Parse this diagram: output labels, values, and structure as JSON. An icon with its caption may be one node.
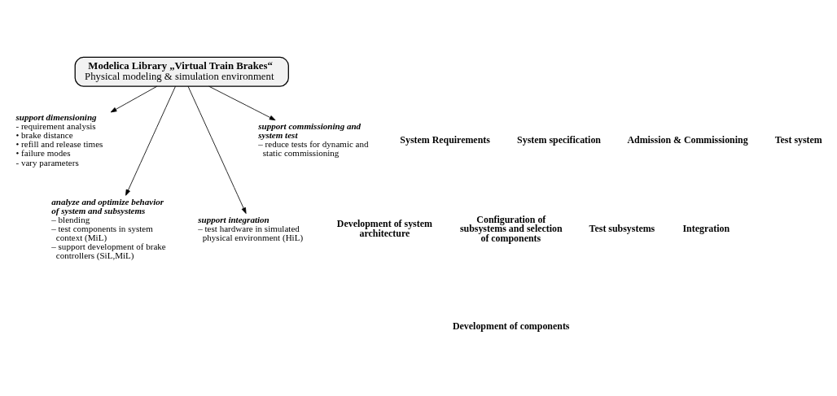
{
  "diagram": {
    "nodes": [
      {
        "text": [
          "Modelica Library „Virtual Train Brakes“",
          "Physical modeling & simulation environment"
        ]
      },
      {
        "text": [
          "support dimensioning",
          "- requirement analysis",
          "• brake distance",
          "• refill and release times",
          "• failure modes",
          "- vary parameters"
        ]
      },
      {
        "text": [
          "analyze and optimize behavior of system and subsystems",
          "– blending",
          "– test components in system context (MiL)",
          "– support development of brake controllers (SiL,MiL)"
        ]
      },
      {
        "text": [
          "support integration",
          "– test hardware in simulated physical environment (HiL)"
        ]
      },
      {
        "text": [
          "support commissioning and system test",
          "– reduce tests for dynamic and static commissioning"
        ]
      }
    ],
    "edges": [
      {
        "from": 0,
        "to": 1,
        "arrow": "to"
      },
      {
        "from": 0,
        "to": 2,
        "arrow": "to"
      },
      {
        "from": 0,
        "to": 3,
        "arrow": "to"
      },
      {
        "from": 0,
        "to": 4,
        "arrow": "to"
      }
    ],
    "labels": [
      "System Requirements",
      "System specification",
      "Development of system architecture",
      "Configuration of subsystems and selection of components",
      "Admission & Commissioning",
      "Test system",
      "Test subsystems",
      "Integration",
      "Development of components"
    ]
  }
}
